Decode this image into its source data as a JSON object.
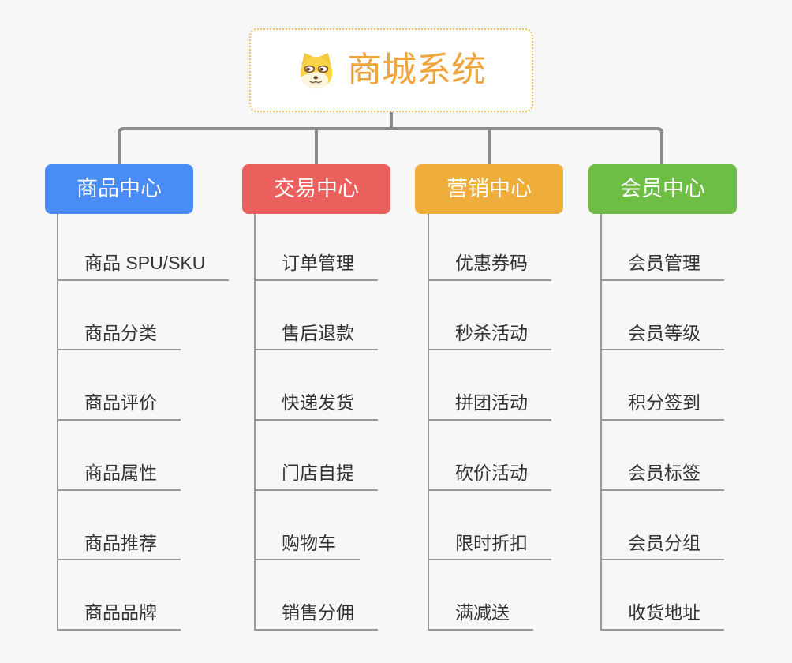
{
  "page": {
    "background": "#F7F7F7"
  },
  "root": {
    "title": "商城系统",
    "icon": "dog-face-icon",
    "title_color": "#F0A43C",
    "border_color": "#F3BD5C"
  },
  "connectors": {
    "tree_color": "#8B8B8B",
    "branch_line_color": "#97999B"
  },
  "branches": [
    {
      "label": "商品中心",
      "color": "#4A8CF5",
      "items": [
        "商品 SPU/SKU",
        "商品分类",
        "商品评价",
        "商品属性",
        "商品推荐",
        "商品品牌"
      ]
    },
    {
      "label": "交易中心",
      "color": "#E9605C",
      "items": [
        "订单管理",
        "售后退款",
        "快递发货",
        "门店自提",
        "购物车",
        "销售分佣"
      ]
    },
    {
      "label": "营销中心",
      "color": "#EFAD3C",
      "items": [
        "优惠券码",
        "秒杀活动",
        "拼团活动",
        "砍价活动",
        "限时折扣",
        "满减送"
      ]
    },
    {
      "label": "会员中心",
      "color": "#6EBE45",
      "items": [
        "会员管理",
        "会员等级",
        "积分签到",
        "会员标签",
        "会员分组",
        "收货地址"
      ]
    }
  ]
}
